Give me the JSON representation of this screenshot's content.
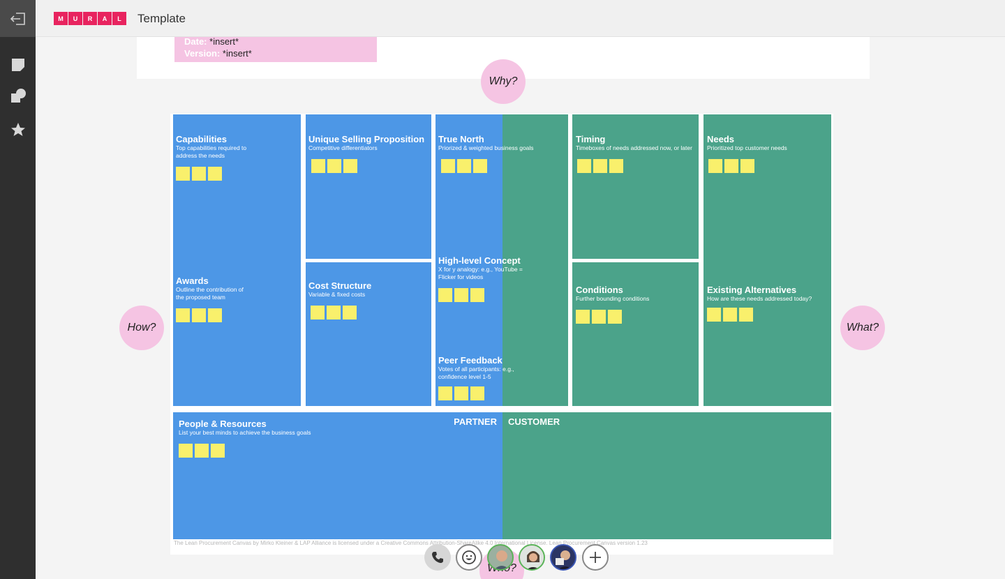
{
  "app": {
    "title": "Template",
    "logo_letters": [
      "M",
      "U",
      "R",
      "A",
      "L"
    ],
    "brand_color": "#e8245f"
  },
  "rail": {
    "icons": [
      "exit-icon",
      "sticky-note-icon",
      "shapes-icon",
      "star-icon"
    ]
  },
  "info_note": {
    "date_label": "Date:",
    "date_value": "*insert*",
    "version_label": "Version:",
    "version_value": "*insert*"
  },
  "bubbles": {
    "why": "Why?",
    "how": "How?",
    "what": "What?",
    "who": "Who?"
  },
  "cells": {
    "capabilities": {
      "title": "Capabilities",
      "subtitle": "Top capabilities required to address the needs"
    },
    "awards": {
      "title": "Awards",
      "subtitle": "Outline the contribution of the proposed team"
    },
    "usp": {
      "title": "Unique Selling Proposition",
      "subtitle": "Competitive differentiators"
    },
    "cost": {
      "title": "Cost Structure",
      "subtitle": "Variable & fixed costs"
    },
    "true_north": {
      "title": "True North",
      "subtitle": "Priorized & weighted business goals"
    },
    "concept": {
      "title": "High-level Concept",
      "subtitle": "X for y analogy: e.g., YouTube = Flicker for videos"
    },
    "peer": {
      "title": "Peer Feedback",
      "subtitle": "Votes of all participants: e.g., confidence level 1-5"
    },
    "timing": {
      "title": "Timing",
      "subtitle": "Timeboxes of needs addressed now, or later"
    },
    "conditions": {
      "title": "Conditions",
      "subtitle": "Further bounding conditions"
    },
    "needs": {
      "title": "Needs",
      "subtitle": "Prioritized top customer needs"
    },
    "alternatives": {
      "title": "Existing Alternatives",
      "subtitle": "How are these needs addressed today?"
    },
    "people": {
      "title": "People & Resources",
      "subtitle": "List your best minds to achieve the business goals"
    }
  },
  "labels": {
    "partner": "PARTNER",
    "customer": "CUSTOMER"
  },
  "license": "The Lean Procurement Canvas by Mirko Kleiner & LAP Alliance is licensed under a Creative Commons Attribution-ShareAlike 4.0 International License. Lean Procurement Canvas version 1.23",
  "colors": {
    "partner_blue": "#4d97e6",
    "customer_green": "#4ba38a",
    "sticky_yellow": "#f9f06c",
    "bubble_pink": "#f5c4e3"
  },
  "collaboration": {
    "tools": [
      "phone-icon",
      "emoji-icon",
      "add-icon"
    ],
    "avatars": 3
  }
}
